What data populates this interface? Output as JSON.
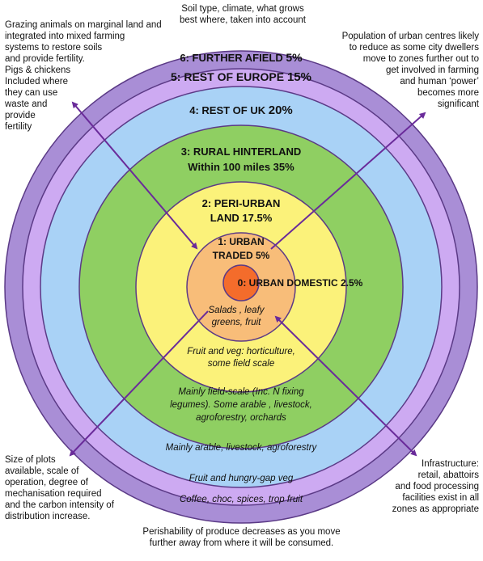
{
  "notes": {
    "top_center": "Soil type, climate, what grows\nbest where, taken into account",
    "top_left": "Grazing animals on marginal land and\nintegrated into mixed farming\nsystems to restore soils\nand provide fertility.\nPigs & chickens\nIncluded where\nthey can use\nwaste and\nprovide\nfertility",
    "top_right": "Population of urban centres likely\nto reduce as some city dwellers\nmove to zones further out to\nget involved in farming\nand human ‘power’\nbecomes more\nsignificant",
    "bottom_left": "Size of plots\navailable, scale of\noperation, degree of\nmechanisation required\nand the carbon intensity of\ndistribution increase.",
    "bottom_right": "Infrastructure:\nretail, abattoirs\nand food processing\nfacilities exist in all\nzones as appropriate",
    "bottom_center": "Perishability of produce decreases  as you move\nfurther away from where it will be consumed."
  },
  "zones": {
    "z6": {
      "label": "6: FURTHER AFIELD ",
      "pct": "5%"
    },
    "z5": {
      "label": "5: REST OF EUROPE ",
      "pct": "15%"
    },
    "z4": {
      "label": "4: REST OF UK ",
      "pct": "20%"
    },
    "z3": {
      "line1": "3: RURAL HINTERLAND",
      "line2": "Within 100 miles 35%"
    },
    "z2": {
      "line1": "2: PERI-URBAN",
      "line2": "LAND 17.5%"
    },
    "z1": {
      "line1": "1: URBAN",
      "line2": "TRADED 5%"
    },
    "z0": {
      "label": "0: URBAN DOMESTIC 2.5%"
    }
  },
  "produce": {
    "z1": {
      "line1": "Salads , leafy",
      "line2": "greens, fruit"
    },
    "z2": {
      "line1": "Fruit and veg: horticulture,",
      "line2": "some  field scale"
    },
    "z3": {
      "line1": "Mainly field-scale (Inc. N fixing",
      "line2": "legumes). Some arable , livestock,",
      "line3": "agroforestry, orchards"
    },
    "z4": "Mainly arable, livestock, agroforestry",
    "z5": "Fruit and hungry-gap veg",
    "z6": "Coffee, choc, spices, trop fruit"
  },
  "colors": {
    "ring6": "#a98ed6",
    "ring5": "#cdaaf2",
    "ring4": "#a9d2f6",
    "ring3": "#8fcf62",
    "ring2": "#fbf27a",
    "ring1": "#f8bd79",
    "ring0": "#f46c2b",
    "outline": "#5b3a86",
    "arrow": "#6a2b9a"
  }
}
